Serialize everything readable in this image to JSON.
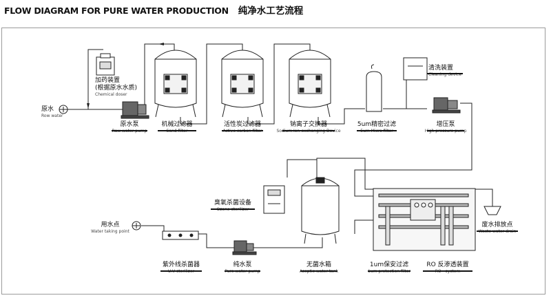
{
  "header": {
    "title_en": "FLOW DIAGRAM FOR PURE WATER PRODUCTION",
    "title_zh": "纯净水工艺流程"
  },
  "nodes": {
    "raw_water": {
      "zh": "原水",
      "en": "Row water"
    },
    "chemical_doser": {
      "zh": "加药装置",
      "zh2": "(根据原水水质)",
      "en": "Chemical doser"
    },
    "raw_water_pump": {
      "zh": "原水泵",
      "en": "Raw water pump"
    },
    "sand_filter": {
      "zh": "机械过滤器",
      "en": "Sand filter"
    },
    "carbon_filter": {
      "zh": "活性炭过滤器",
      "en": "Active carbon filter"
    },
    "softener": {
      "zh": "钠离子交换器",
      "en": "Sodium Ion-exchanging Device"
    },
    "micro_filter": {
      "zh": "5um精密过滤",
      "en": "5um Micro filter"
    },
    "cleaning_device": {
      "zh": "清洗装置",
      "en": "Cleaning device"
    },
    "hp_pump": {
      "zh": "增压泵",
      "en": "High pressure pump"
    },
    "ozone": {
      "zh": "臭氧杀菌设备",
      "en": "Ozone sterilizer"
    },
    "water_point": {
      "zh": "用水点",
      "en": "Water taking point"
    },
    "uv": {
      "zh": "紫外线杀菌器",
      "en": "U.V sterilizer"
    },
    "pure_pump": {
      "zh": "纯水泵",
      "en": "Pure water pump"
    },
    "aseptic_tank": {
      "zh": "无菌水箱",
      "en": "Aseptic water tank"
    },
    "protection_filter": {
      "zh": "1um保安过滤",
      "en": "1um protection filter"
    },
    "ro_system": {
      "zh": "RO 反渗透装置",
      "en": "RO - system"
    },
    "waste_drain": {
      "zh": "废水排放点",
      "en": "Waste water drain"
    }
  }
}
